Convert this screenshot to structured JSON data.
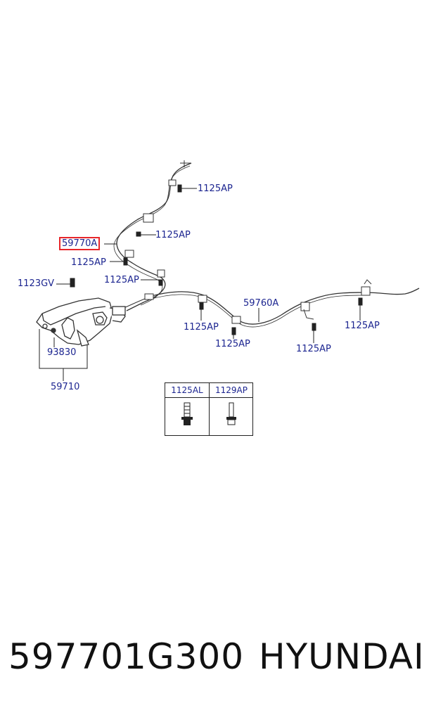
{
  "callouts": {
    "top_bolt": "1125AP",
    "upper_bolt": "1125AP",
    "part_highlighted": "59770A",
    "left_bolt_a": "1125AP",
    "left_bolt_b": "1125AP",
    "lever_bolt": "1123GV",
    "cable_right": "59760A",
    "mid_bolt_a": "1125AP",
    "mid_bolt_b": "1125AP",
    "right_bolt_a": "1125AP",
    "right_bolt_b": "1125AP",
    "sub_part": "93830",
    "lever_assy": "59710"
  },
  "legend_table": {
    "col1_header": "1125AL",
    "col2_header": "1129AP"
  },
  "footer": {
    "part_number": "597701G300",
    "brand": "HYUNDAI"
  },
  "colors": {
    "label_blue": "#1c2590",
    "highlight_red": "#e8262a"
  }
}
